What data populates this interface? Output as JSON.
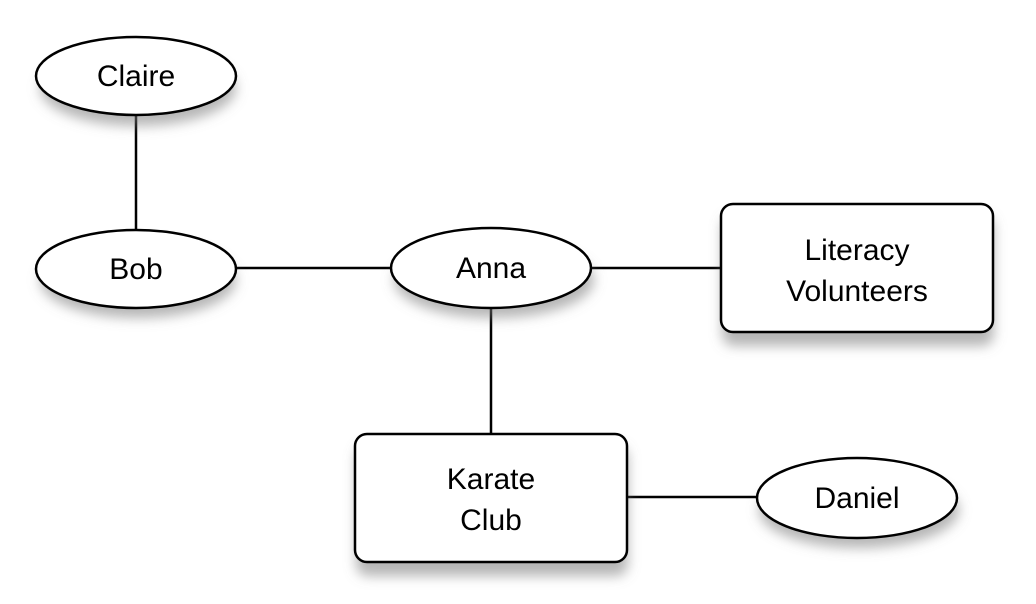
{
  "diagram": {
    "nodes": {
      "claire": {
        "label": "Claire",
        "shape": "ellipse"
      },
      "bob": {
        "label": "Bob",
        "shape": "ellipse"
      },
      "anna": {
        "label": "Anna",
        "shape": "ellipse"
      },
      "literacy": {
        "label_line1": "Literacy",
        "label_line2": "Volunteers",
        "shape": "rounded-rectangle"
      },
      "karate": {
        "label_line1": "Karate",
        "label_line2": "Club",
        "shape": "rounded-rectangle"
      },
      "daniel": {
        "label": "Daniel",
        "shape": "ellipse"
      }
    },
    "edges": [
      {
        "from": "claire",
        "to": "bob"
      },
      {
        "from": "bob",
        "to": "anna"
      },
      {
        "from": "anna",
        "to": "literacy"
      },
      {
        "from": "anna",
        "to": "karate"
      },
      {
        "from": "karate",
        "to": "daniel"
      }
    ],
    "colors": {
      "stroke": "#000000",
      "fill": "#ffffff",
      "shadow": "#7a7a7a"
    }
  }
}
